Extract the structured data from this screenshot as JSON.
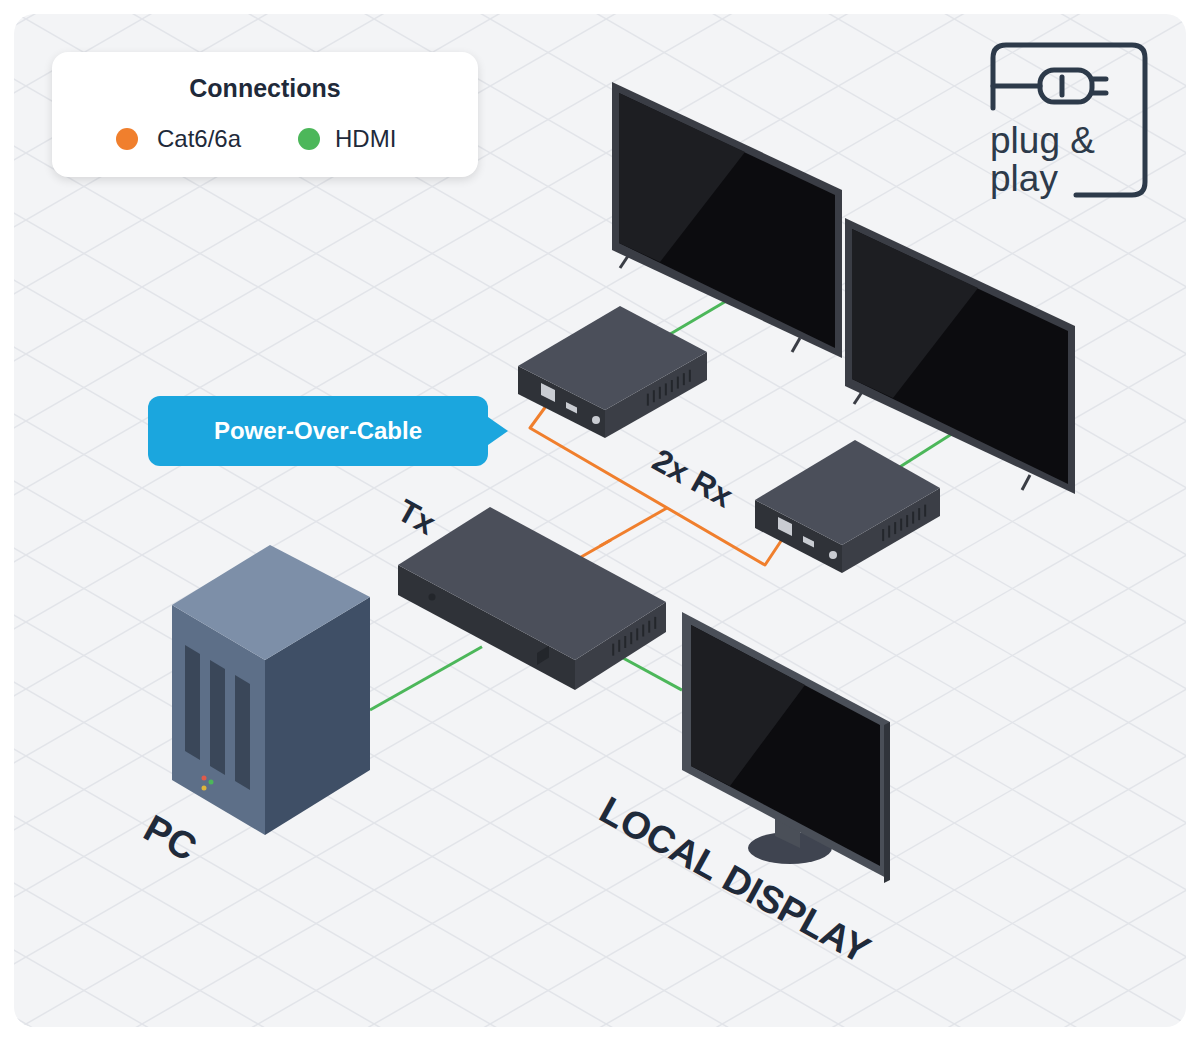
{
  "diagram": {
    "nodes": [
      {
        "text": [
          "2x Rx"
        ]
      },
      {
        "text": [
          "Power-Over-Cable"
        ]
      },
      {
        "text": [
          "Tx"
        ]
      },
      {
        "text": [
          "PC"
        ]
      },
      {
        "text": [
          "LOCAL DISPLAY"
        ]
      }
    ],
    "edges": [
      {
        "from": 3,
        "to": 2,
        "arrow": "none"
      },
      {
        "from": 2,
        "to": 4,
        "arrow": "none"
      },
      {
        "from": 2,
        "to": 0,
        "arrow": "none"
      }
    ],
    "labels": [
      "Connections",
      "plug & play"
    ],
    "legend": [
      {
        "text": "Cat6/6a",
        "color": "#f07f2d"
      },
      {
        "text": "HDMI",
        "color": "#4cb75a"
      }
    ]
  }
}
